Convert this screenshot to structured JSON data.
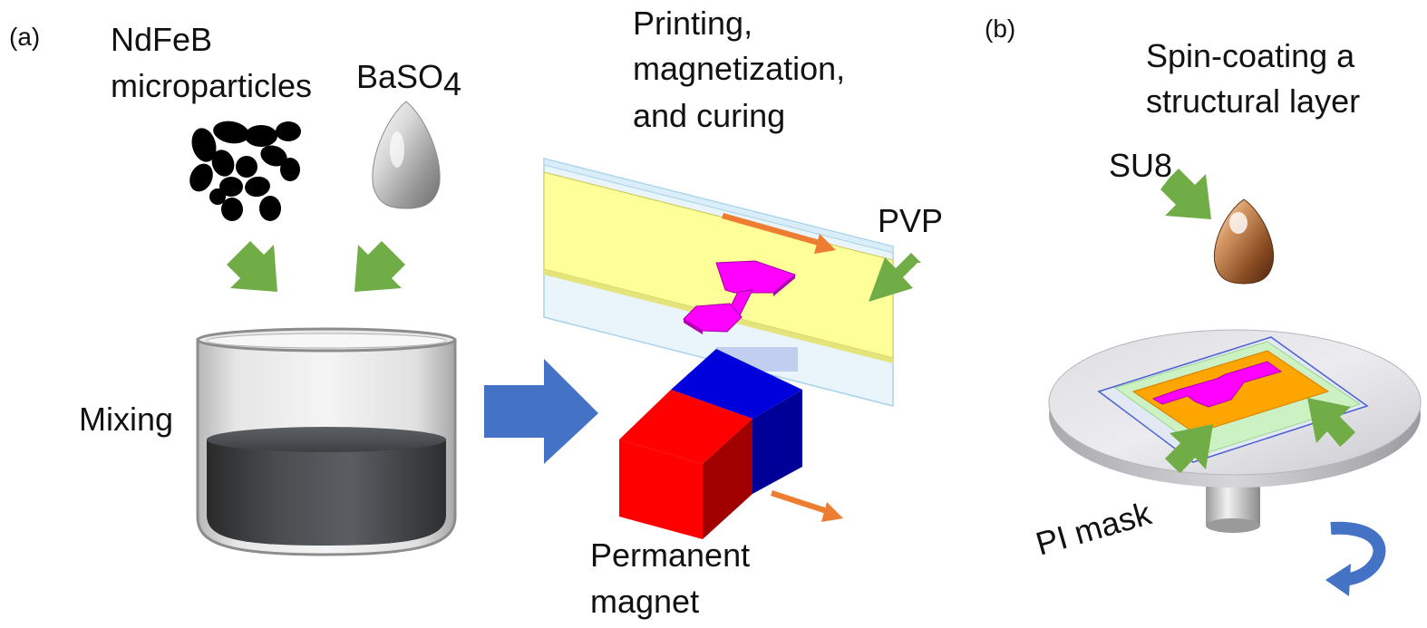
{
  "panel_a": {
    "label": "(a)",
    "ndfeb_line1": "NdFeB",
    "ndfeb_line2": "microparticles",
    "baso4_main": "BaSO",
    "baso4_sub": "4",
    "mixing": "Mixing",
    "printing_line1": "Printing,",
    "printing_line2": "magnetization,",
    "printing_line3": "and curing",
    "pvp": "PVP",
    "magnet_line1": "Permanent",
    "magnet_line2": "magnet"
  },
  "panel_b": {
    "label": "(b)",
    "spin_line1": "Spin-coating a",
    "spin_line2": "structural layer",
    "su8": "SU8",
    "pi_mask": "PI mask"
  },
  "colors": {
    "green_arrow": "#70AD47",
    "blue_arrow": "#4472C4",
    "orange_arrow": "#ED7D31",
    "magenta": "#FF00FF",
    "pvp_yellow": "#FFFF99",
    "magnet_red": "#FF0000",
    "magnet_blue": "#0000CC"
  }
}
